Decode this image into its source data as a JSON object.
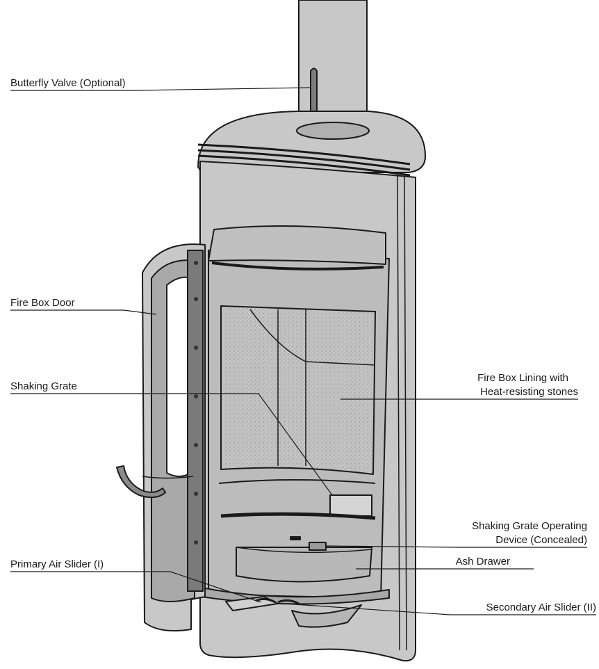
{
  "labels": {
    "butterfly_valve": "Butterfly Valve (Optional)",
    "fire_box_door": "Fire Box Door",
    "shaking_grate": "Shaking Grate",
    "primary_air_slider": "Primary Air Slider (I)",
    "fire_box_lining_line1": "Fire Box Lining with",
    "fire_box_lining_line2": "Heat-resisting stones",
    "shaking_grate_device_line1": "Shaking Grate Operating",
    "shaking_grate_device_line2": "Device (Concealed)",
    "ash_drawer": "Ash Drawer",
    "secondary_air_slider": "Secondary Air Slider (II)"
  },
  "colors": {
    "stove_body": "#c8c8c8",
    "stove_dark": "#8a8a8a",
    "outline": "#1a1a1a",
    "lining": "#bdbdbd"
  }
}
